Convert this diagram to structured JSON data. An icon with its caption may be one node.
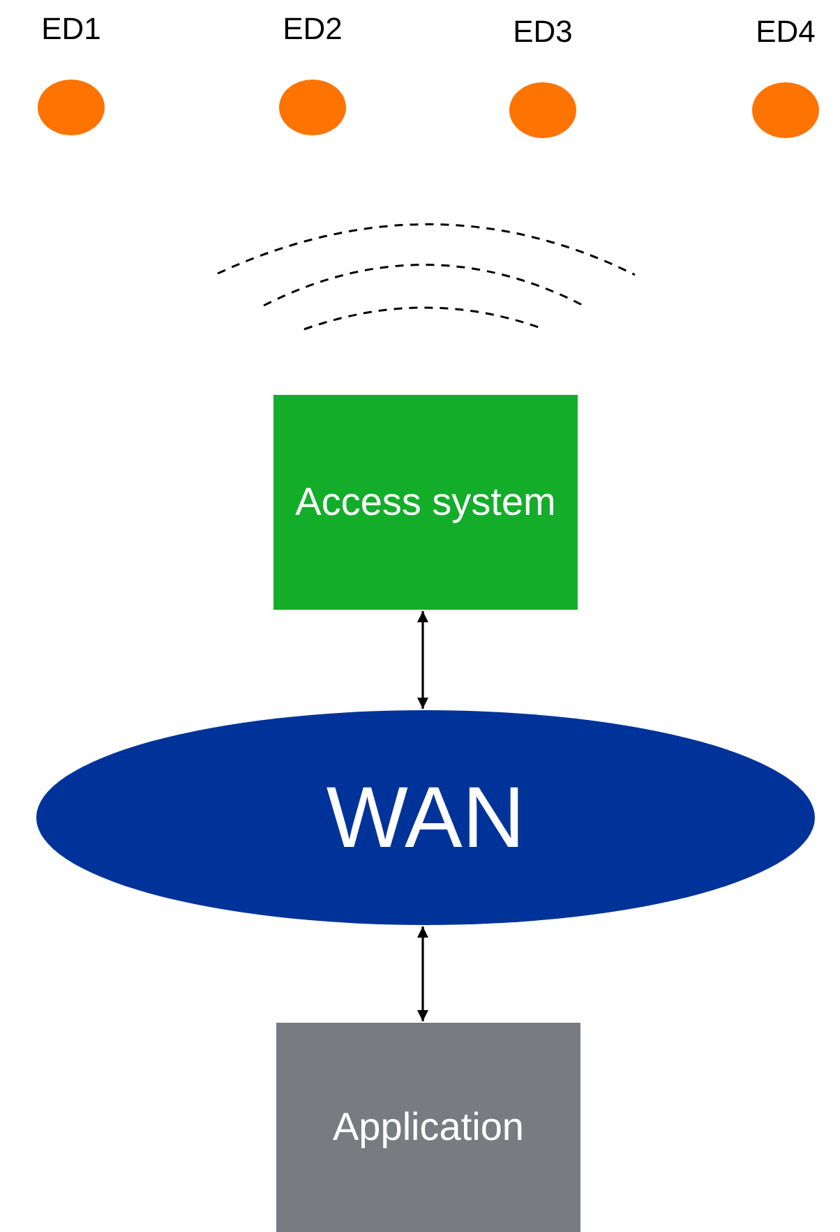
{
  "diagram": {
    "nodes": [
      {
        "text": [],
        "shape": "circle",
        "beside": [
          "ED1"
        ]
      },
      {
        "text": [],
        "shape": "circle",
        "beside": [
          "ED2"
        ]
      },
      {
        "text": [],
        "shape": "circle",
        "beside": [
          "ED3"
        ]
      },
      {
        "text": [],
        "shape": "circle",
        "beside": [
          "ED4"
        ]
      },
      {
        "text": [
          "Access system"
        ]
      },
      {
        "text": [
          "WAN"
        ]
      },
      {
        "text": [
          "Application"
        ]
      }
    ],
    "edges": [
      {
        "from": 4,
        "to": 5,
        "arrow": "both"
      },
      {
        "from": 5,
        "to": 6,
        "arrow": "both"
      }
    ]
  }
}
